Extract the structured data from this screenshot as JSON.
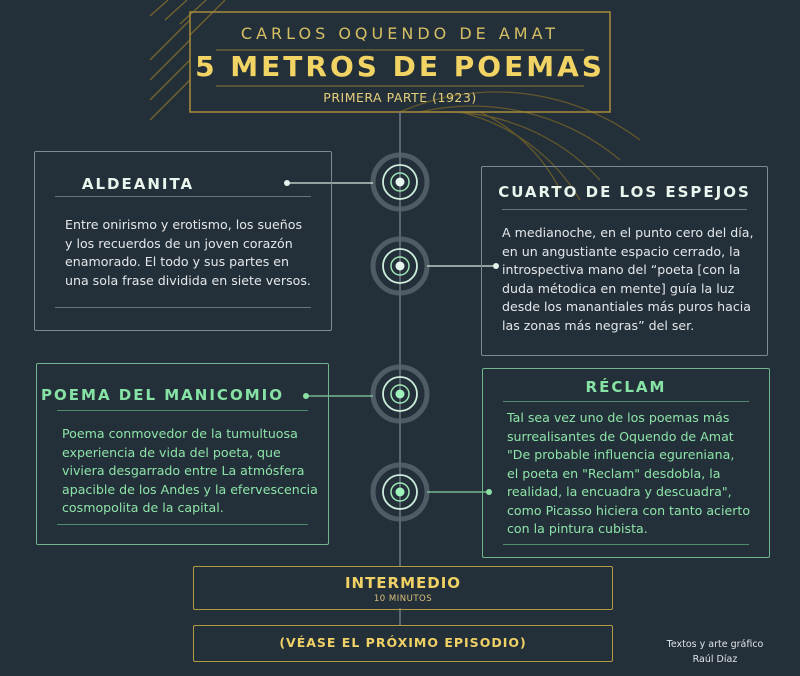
{
  "header": {
    "author": "CARLOS OQUENDO DE AMAT",
    "title": "5 METROS DE POEMAS",
    "subtitle": "PRIMERA PARTE (1923)"
  },
  "poems": [
    {
      "title": "ALDEANITA",
      "lines": [
        "Entre onirismo y erotismo, los sueños",
        "y los recuerdos de un joven corazón",
        "enamorado. El todo y sus partes en",
        "una sola frase dividida en siete versos."
      ]
    },
    {
      "title": "CUARTO DE LOS ESPEJOS",
      "lines": [
        "A medianoche, en el punto cero del día,",
        "en un angustiante espacio cerrado, la",
        "introspectiva mano del “poeta [con la",
        "duda métodica en mente] guía la luz",
        "desde los manantiales más puros hacia",
        "las  zonas más negras” del ser."
      ]
    },
    {
      "title": "POEMA DEL MANICOMIO",
      "lines": [
        "Poema conmovedor de la tumultuosa",
        "experiencia de vida del poeta, que",
        "viviera desgarrado entre La atmósfera",
        "apacible de los Andes y la efervescencia",
        "cosmopolita  de la capital."
      ]
    },
    {
      "title": "RÉCLAM",
      "lines": [
        "Tal sea vez uno de los poemas más",
        "surrealisantes de Oquendo de Amat",
        "\"De probable influencia egureniana,",
        "el poeta en \"Reclam\" desdobla, la",
        "realidad, la encuadra y descuadra\",",
        "como Picasso hiciera con tanto acierto",
        "con la pintura  cubista."
      ]
    }
  ],
  "intermission": {
    "title": "INTERMEDIO",
    "duration": "10 MINUTOS"
  },
  "next_episode": "(VÉASE EL PRÓXIMO EPISODIO)",
  "credits": {
    "line1": "Textos y arte gráfico",
    "line2": "Raúl Díaz"
  },
  "colors": {
    "background": "#243039",
    "gold": "#f2d464",
    "green": "#86e3a5",
    "white": "#eaf5ee"
  }
}
